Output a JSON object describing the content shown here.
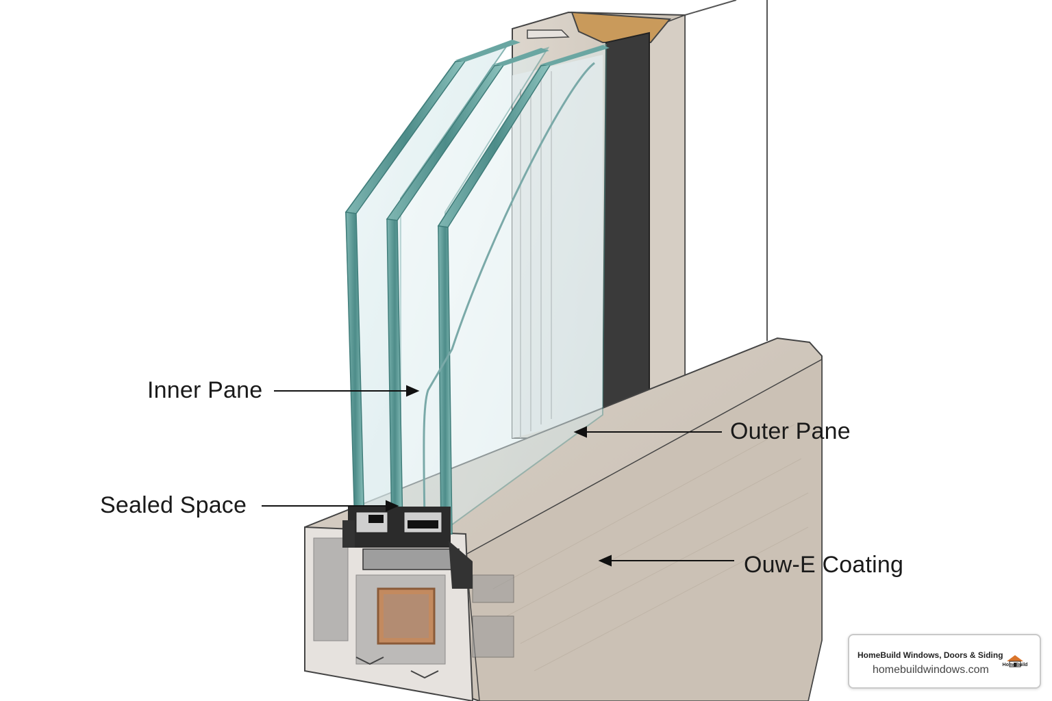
{
  "labels": {
    "inner_pane": "Inner Pane",
    "outer_pane": "Outer Pane",
    "sealed_space": "Sealed Space",
    "low_e_coating": "Ouw-E Coating"
  },
  "badge": {
    "company": "HomeBuild Windows, Doors & Siding",
    "url": "homebuildwindows.com",
    "logo_text": "HomeBuild"
  },
  "colors": {
    "glass_edge": "#5e9c99",
    "glass_tint": "#dceef0",
    "frame_dark": "#3a3a3a",
    "sill_wood": "#cfc6bb",
    "pvc_profile": "#e6e2de",
    "insulation": "#c99a5b",
    "reinforcement": "#b87a4e"
  }
}
